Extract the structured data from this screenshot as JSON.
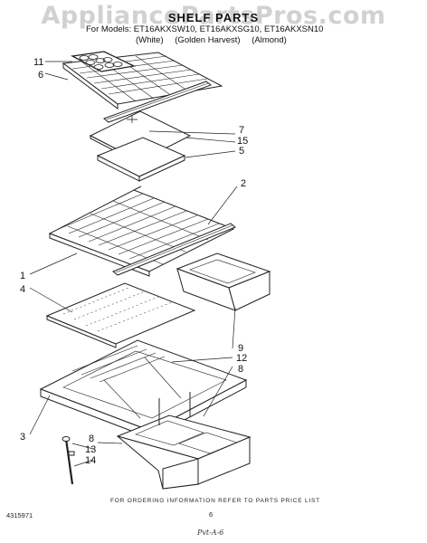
{
  "watermark": "AppliancePartsPros.com",
  "title": "SHELF PARTS",
  "models": "For Models: ET16AKXSW10, ET16AKXSG10, ET16AKXSN10",
  "colors": [
    "(White)",
    "(Golden Harvest)",
    "(Almond)"
  ],
  "callouts": {
    "c11": "11",
    "c6": "6",
    "c7": "7",
    "c15": "15",
    "c5": "5",
    "c2": "2",
    "c1": "1",
    "c4": "4",
    "c9": "9",
    "c12": "12",
    "c8a": "8",
    "c3": "3",
    "c8b": "8",
    "c13": "13",
    "c14": "14"
  },
  "footer_note": "FOR ORDERING INFORMATION REFER TO PARTS PRICE LIST",
  "doc_number": "4315971",
  "page_number": "6",
  "handwriting": "Pvt-A-6"
}
